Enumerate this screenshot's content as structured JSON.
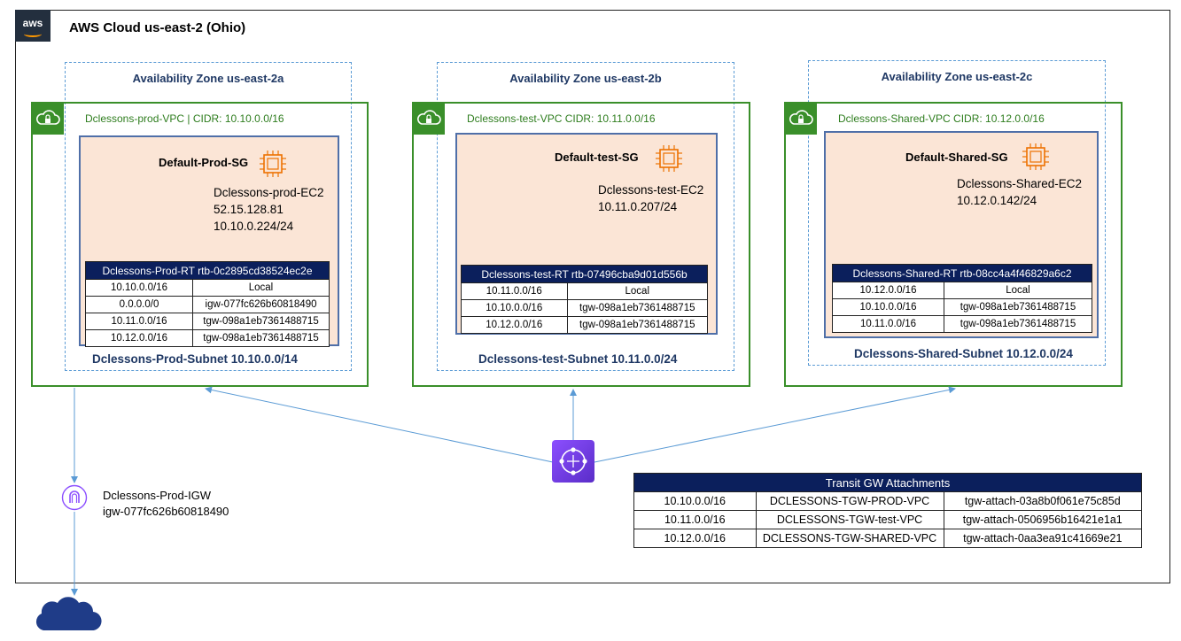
{
  "cloud": {
    "logo": "aws",
    "title": "AWS Cloud us-east-2 (Ohio)"
  },
  "zones": [
    {
      "az_title": "Availability Zone  us-east-2a",
      "vpc_label": "Dclessons-prod-VPC | CIDR: 10.10.0.0/16",
      "sg_title": "Default-Prod-SG",
      "ec2_lines": [
        "Dclessons-prod-EC2",
        "52.15.128.81",
        "10.10.0.224/24"
      ],
      "rt_title": "Dclessons-Prod-RT  rtb-0c2895cd38524ec2e",
      "routes": [
        [
          "10.10.0.0/16",
          "Local"
        ],
        [
          "0.0.0.0/0",
          "igw-077fc626b60818490"
        ],
        [
          "10.11.0.0/16",
          "tgw-098a1eb7361488715"
        ],
        [
          "10.12.0.0/16",
          "tgw-098a1eb7361488715"
        ]
      ],
      "subnet": "Dclessons-Prod-Subnet 10.10.0.0/14"
    },
    {
      "az_title": "Availability Zone us-east-2b",
      "vpc_label": "Dclessons-test-VPC CIDR: 10.11.0.0/16",
      "sg_title": "Default-test-SG",
      "ec2_lines": [
        "Dclessons-test-EC2",
        "10.11.0.207/24"
      ],
      "rt_title": "Dclessons-test-RT  rtb-07496cba9d01d556b",
      "routes": [
        [
          "10.11.0.0/16",
          "Local"
        ],
        [
          "10.10.0.0/16",
          "tgw-098a1eb7361488715"
        ],
        [
          "10.12.0.0/16",
          "tgw-098a1eb7361488715"
        ]
      ],
      "subnet": "Dclessons-test-Subnet 10.11.0.0/24"
    },
    {
      "az_title": "Availability Zone us-east-2c",
      "vpc_label": "Dclessons-Shared-VPC  CIDR: 10.12.0.0/16",
      "sg_title": "Default-Shared-SG",
      "ec2_lines": [
        "Dclessons-Shared-EC2",
        "10.12.0.142/24"
      ],
      "rt_title": "Dclessons-Shared-RT  rtb-08cc4a4f46829a6c2",
      "routes": [
        [
          "10.12.0.0/16",
          "Local"
        ],
        [
          "10.10.0.0/16",
          "tgw-098a1eb7361488715"
        ],
        [
          "10.11.0.0/16",
          "tgw-098a1eb7361488715"
        ]
      ],
      "subnet": "Dclessons-Shared-Subnet 10.12.0.0/24"
    }
  ],
  "igw": {
    "name": "Dclessons-Prod-IGW",
    "id": "igw-077fc626b60818490"
  },
  "tgw_attachments": {
    "title": "Transit GW Attachments",
    "rows": [
      [
        "10.10.0.0/16",
        "DCLESSONS-TGW-PROD-VPC",
        "tgw-attach-03a8b0f061e75c85d"
      ],
      [
        "10.11.0.0/16",
        "DCLESSONS-TGW-test-VPC",
        "tgw-attach-0506956b16421e1a1"
      ],
      [
        "10.12.0.0/16",
        "DCLESSONS-TGW-SHARED-VPC",
        "tgw-attach-0aa3ea91c41669e21"
      ]
    ]
  },
  "colors": {
    "vpc_border": "#3a8f2a",
    "az_border": "#5b9bd5",
    "sg_fill": "#fbe5d6",
    "table_header": "#0b1f5c",
    "ec2_icon": "#ed7100",
    "tgw_icon": "#8c4fff",
    "internet_cloud": "#1f3c88"
  },
  "icons": [
    "aws-logo",
    "vpc-lock-icon",
    "ec2-instance-icon",
    "transit-gateway-icon",
    "internet-gateway-icon",
    "internet-cloud-icon"
  ]
}
